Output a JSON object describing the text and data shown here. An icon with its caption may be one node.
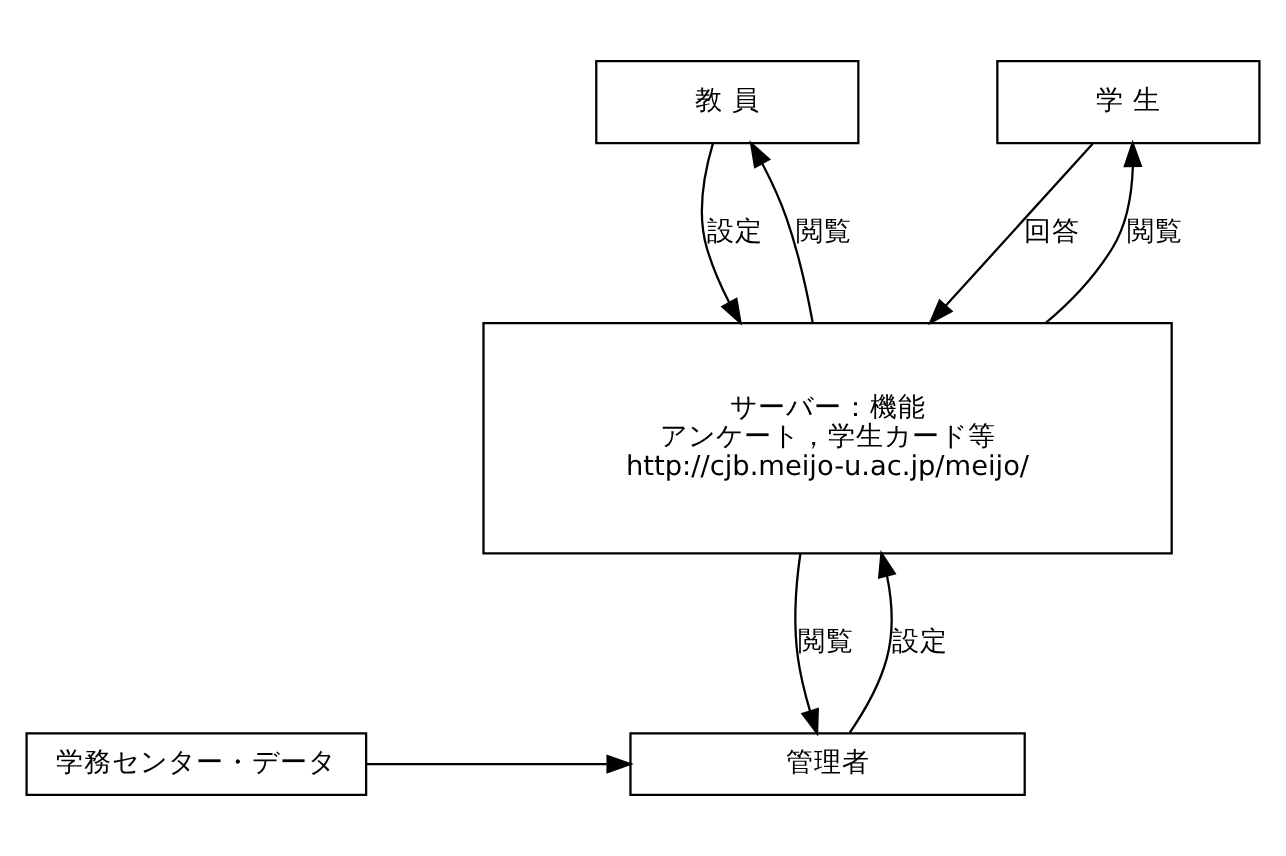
{
  "diagram": {
    "nodes": [
      {
        "text": [
          "教 員"
        ]
      },
      {
        "text": [
          "学 生"
        ]
      },
      {
        "text": [
          "サーバー：機能",
          "アンケート，学生カード等",
          "http://cjb.meijo-u.ac.jp/meijo/"
        ]
      },
      {
        "text": [
          "管理者"
        ]
      },
      {
        "text": [
          "学務センター・データ"
        ]
      }
    ],
    "edges": [
      {
        "from": 0,
        "to": 2,
        "arrow": "to",
        "label": "設定"
      },
      {
        "from": 2,
        "to": 0,
        "arrow": "to",
        "label": "閲覧"
      },
      {
        "from": 1,
        "to": 2,
        "arrow": "to",
        "label": "回答"
      },
      {
        "from": 2,
        "to": 1,
        "arrow": "to",
        "label": "閲覧"
      },
      {
        "from": 3,
        "to": 2,
        "arrow": "to",
        "label": "設定"
      },
      {
        "from": 2,
        "to": 3,
        "arrow": "to",
        "label": "閲覧"
      },
      {
        "from": 4,
        "to": 3,
        "arrow": "to"
      }
    ]
  }
}
